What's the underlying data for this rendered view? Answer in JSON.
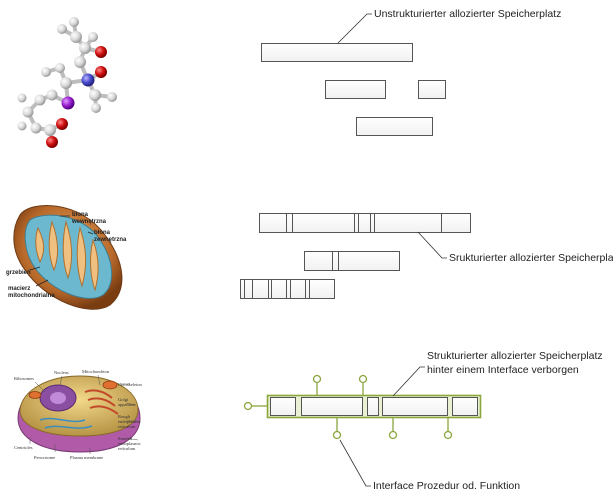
{
  "labels": {
    "unstructured": "Unstrukturierter allozierter Speicherplatz",
    "structured": "Srukturierter allozierter Speicherplatz",
    "interface_line1": "Strukturierter allozierter Speicherplatz",
    "interface_line2": "hinter einem Interface verborgen",
    "interface_proc": "Interface Prozedur od. Funktion"
  },
  "mito": {
    "outer1": "blona",
    "outer2": "wewnętrzna",
    "inner1": "błona",
    "inner2": "zewnętrzna",
    "cristae": "grzebień",
    "matrix1": "macierz",
    "matrix2": "mitochondrialna"
  },
  "cell": {
    "ribosomes": "Ribosomes",
    "nucleus": "Nucleus",
    "mitochondrion": "Mitochondrion",
    "cytoskeleton": "Cytoskeleton",
    "golgi1": "Golgi",
    "golgi2": "apparatus",
    "rough1": "Rough",
    "rough2": "endoplasmic",
    "rough3": "reticulum",
    "smooth1": "Smooth",
    "smooth2": "endoplasmic",
    "smooth3": "reticulum",
    "centrioles": "Centrioles",
    "peroxisome": "Peroxisome",
    "plasma": "Plasma membrane"
  },
  "colors": {
    "box_border": "#555555",
    "interface_border": "#8aa63c",
    "interface_fill": "#e9f0d4",
    "leader": "#333333"
  }
}
